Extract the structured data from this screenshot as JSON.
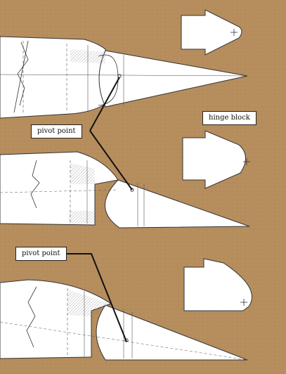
{
  "labels": {
    "pivot_point_top": "pivot point",
    "hinge_block": "hinge block",
    "pivot_point_bottom": "pivot point"
  },
  "colors": {
    "background": "#b68d5d",
    "paper": "#ffffff",
    "ink": "#333333",
    "leader": "#111111"
  }
}
